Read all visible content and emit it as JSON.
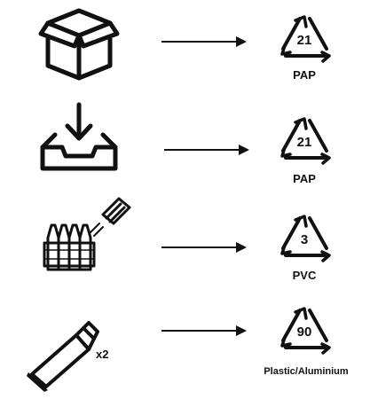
{
  "rows": [
    {
      "item_icon": "open-box-icon",
      "quantity": "",
      "recycle_code": "21",
      "recycle_label": "PAP"
    },
    {
      "item_icon": "inbox-tray-icon",
      "quantity": "",
      "recycle_code": "21",
      "recycle_label": "PAP"
    },
    {
      "item_icon": "bottle-pack-icon",
      "quantity": "",
      "recycle_code": "3",
      "recycle_label": "PVC"
    },
    {
      "item_icon": "tube-icon",
      "quantity": "x2",
      "recycle_code": "90",
      "recycle_label": "Plastic/Aluminium"
    }
  ],
  "colors": {
    "ink": "#111111",
    "background": "#ffffff"
  }
}
